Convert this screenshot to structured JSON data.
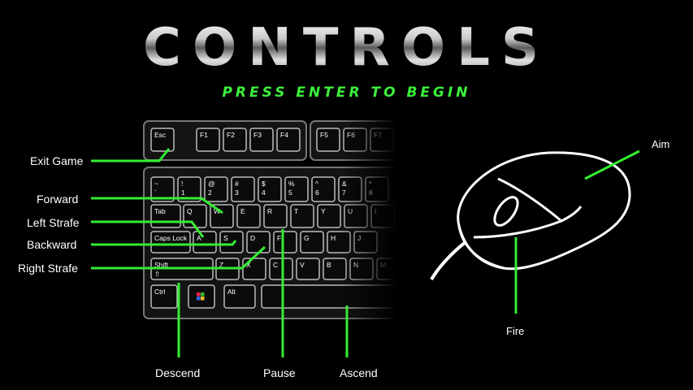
{
  "title": "Controls",
  "subtitle": "Press Enter to Begin",
  "keyboard": {
    "fn_row": [
      "Esc",
      "F1",
      "F2",
      "F3",
      "F4",
      "F5",
      "F6",
      "F7"
    ],
    "num_row": [
      [
        "~",
        "`"
      ],
      [
        "!",
        "1"
      ],
      [
        "@",
        "2"
      ],
      [
        "#",
        "3"
      ],
      [
        "$",
        "4"
      ],
      [
        "%",
        "5"
      ],
      [
        "^",
        "6"
      ],
      [
        "&",
        "7"
      ],
      [
        "*",
        "8"
      ]
    ],
    "q_row": [
      "Tab",
      "Q",
      "W",
      "E",
      "R",
      "T",
      "Y",
      "U",
      "I"
    ],
    "a_row": [
      "Caps Lock",
      "A",
      "S",
      "D",
      "F",
      "G",
      "H",
      "J"
    ],
    "z_row": [
      "Shift",
      "Z",
      "X",
      "C",
      "V",
      "B",
      "N",
      "M"
    ],
    "bottom_row": [
      "Ctrl",
      "win-logo-icon",
      "Alt"
    ]
  },
  "labels": {
    "exit_game": "Exit Game",
    "forward": "Forward",
    "left_strafe": "Left Strafe",
    "backward": "Backward",
    "right_strafe": "Right Strafe",
    "descend": "Descend",
    "pause": "Pause",
    "ascend": "Ascend",
    "aim": "Aim",
    "fire": "Fire"
  },
  "colors": {
    "accent": "#33ee33",
    "background": "#000000",
    "text": "#ffffff"
  }
}
